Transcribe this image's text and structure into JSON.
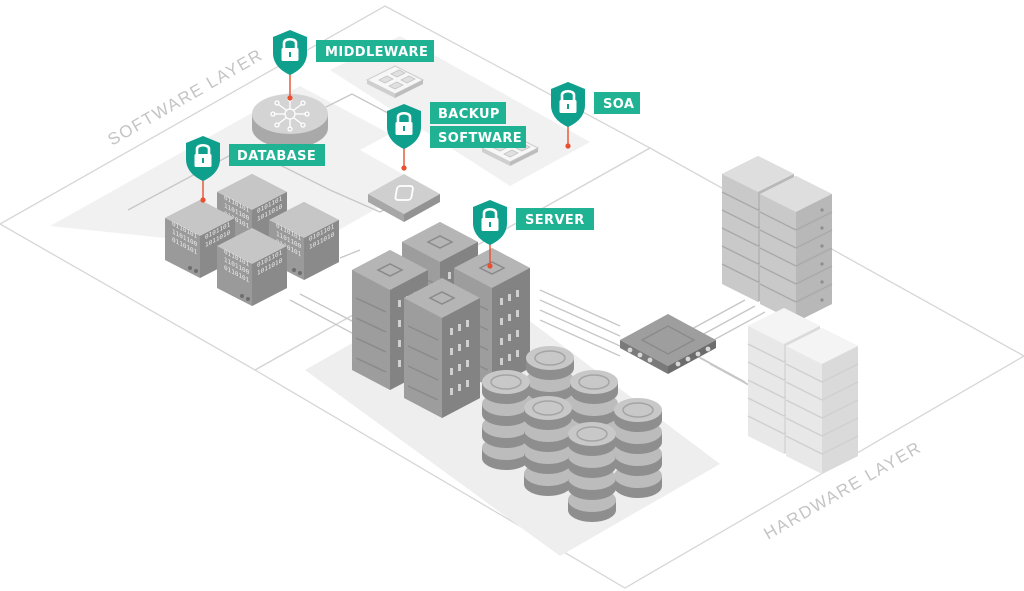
{
  "layers": {
    "software": "SOFTWARE LAYER",
    "hardware": "HARDWARE LAYER"
  },
  "tags": {
    "middleware": "MIDDLEWARE",
    "backup_line1": "BACKUP",
    "backup_line2": "SOFTWARE",
    "soa": "SOA",
    "database": "DATABASE",
    "server": "SERVER"
  },
  "binary_text": "0110101",
  "icons": {
    "shield": "lock-shield-icon",
    "connector_dot": "connector-dot"
  },
  "colors": {
    "accent_green": "#1fb394",
    "shield_teal": "#0f9f8d",
    "connector_red": "#e8502f",
    "platform_light": "#f0f0f0",
    "outline": "#d8d8d8",
    "device_dark": "#9c9c9c",
    "device_light": "#e6e6e6"
  }
}
